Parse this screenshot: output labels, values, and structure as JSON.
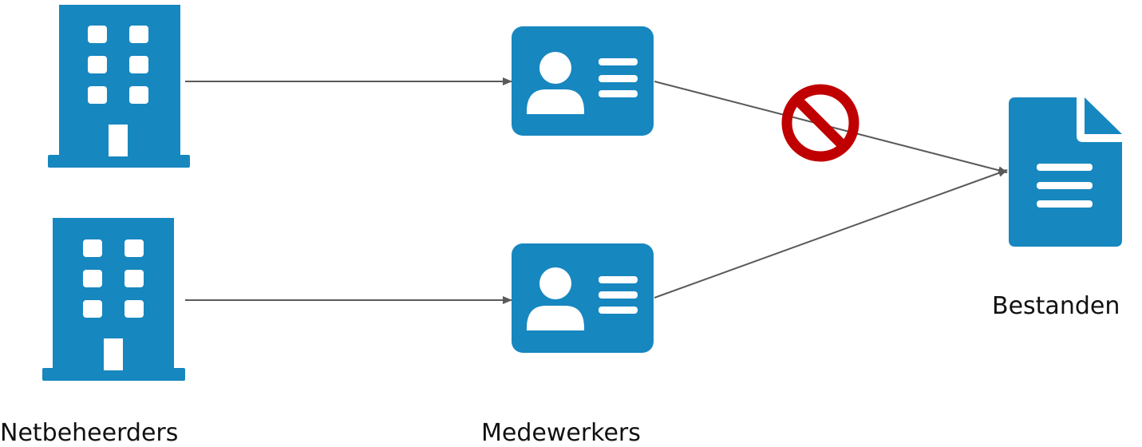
{
  "labels": {
    "netbeheerders": "Netbeheerders",
    "medewerkers": "Medewerkers",
    "bestanden": "Bestanden"
  },
  "colors": {
    "icon_blue": "#1787BF",
    "arrow_gray": "#5A5A5A",
    "blocked_red": "#C00000",
    "background": "#FFFFFF"
  },
  "icons": {
    "organization": "building-icon",
    "employee": "id-card-icon",
    "file": "document-icon",
    "blocked": "prohibited-icon"
  },
  "connections": [
    {
      "from": "netbeheerder-1",
      "to": "medewerker-1",
      "blocked": false
    },
    {
      "from": "netbeheerder-2",
      "to": "medewerker-2",
      "blocked": false
    },
    {
      "from": "medewerker-1",
      "to": "bestanden",
      "blocked": true
    },
    {
      "from": "medewerker-2",
      "to": "bestanden",
      "blocked": false
    }
  ]
}
